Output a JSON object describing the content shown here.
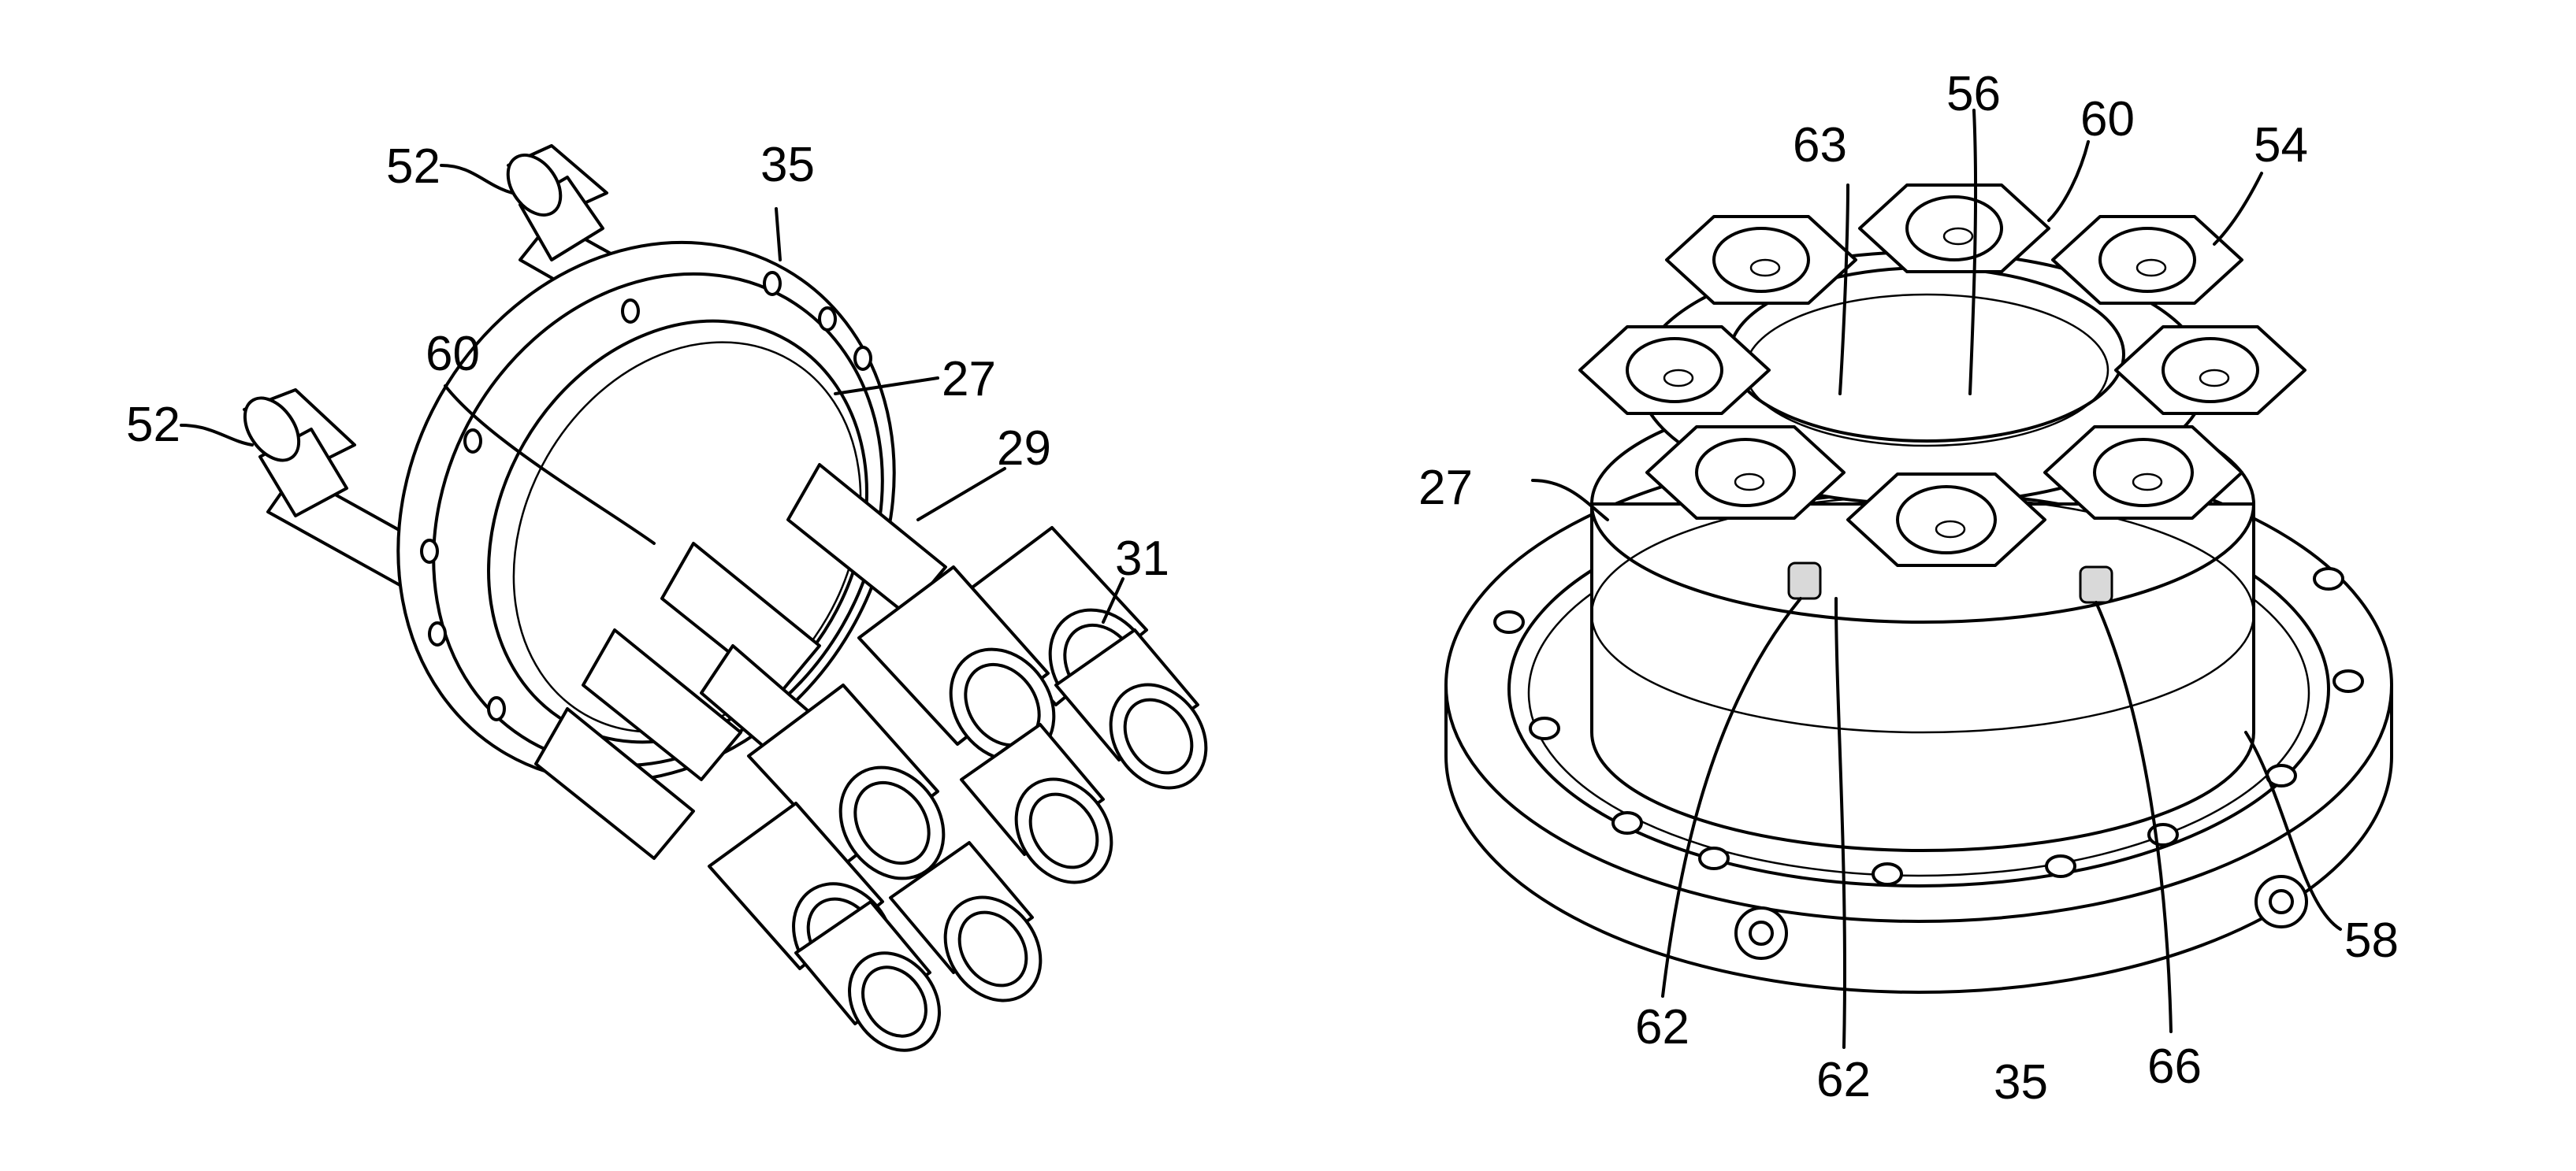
{
  "figure": {
    "left_view": {
      "labels": {
        "l52_upper": "52",
        "l52_lower": "52",
        "l35": "35",
        "l60": "60",
        "l27": "27",
        "l29": "29",
        "l31": "31"
      }
    },
    "right_view": {
      "labels": {
        "l63": "63",
        "l56": "56",
        "l60": "60",
        "l54": "54",
        "l27": "27",
        "l58": "58",
        "l62_left": "62",
        "l62_right": "62",
        "l35": "35",
        "l66": "66"
      }
    }
  }
}
